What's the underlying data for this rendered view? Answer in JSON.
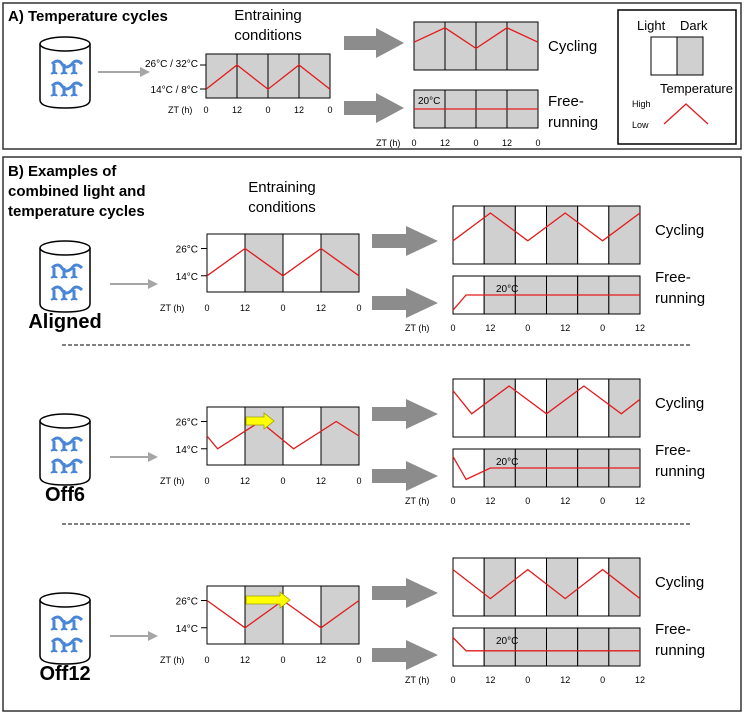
{
  "colors": {
    "dark": "#d0d0d0",
    "light": "#ffffff",
    "temp_line": "#e31a1c",
    "arrow": "#8c8c8c",
    "small_arrow": "#a6a6a6",
    "shift_arrow": "#ffff00",
    "fly": "#4a86d8"
  },
  "panelA": {
    "title": "A) Temperature cycles",
    "entrain_label_1": "Entraining",
    "entrain_label_2": "conditions",
    "y_high": "26°C / 32°C",
    "y_low": "14°C / 8°C",
    "zt_label": "ZT (h)",
    "ticks": [
      "0",
      "12",
      "0",
      "12",
      "0"
    ],
    "cycling_label": "Cycling",
    "free_label_1": "Free-",
    "free_label_2": "running",
    "constant_temp": "20°C",
    "legend": {
      "light": "Light",
      "dark": "Dark",
      "temperature": "Temperature",
      "high": "High",
      "low": "Low"
    }
  },
  "panelB": {
    "title_1": "B) Examples of",
    "title_2": "combined light and",
    "title_3": "temperature cycles",
    "entrain_label_1": "Entraining",
    "entrain_label_2": "conditions",
    "y_high": "26°C",
    "y_low": "14°C",
    "zt_label": "ZT (h)",
    "ticks_entrain": [
      "0",
      "12",
      "0",
      "12",
      "0"
    ],
    "ticks_out": [
      "0",
      "12",
      "0",
      "12",
      "0",
      "12"
    ],
    "cycling_label": "Cycling",
    "free_label_1": "Free-",
    "free_label_2": "running",
    "constant_temp": "20°C",
    "conditions": [
      {
        "name": "Aligned"
      },
      {
        "name": "Off6"
      },
      {
        "name": "Off12"
      }
    ]
  }
}
